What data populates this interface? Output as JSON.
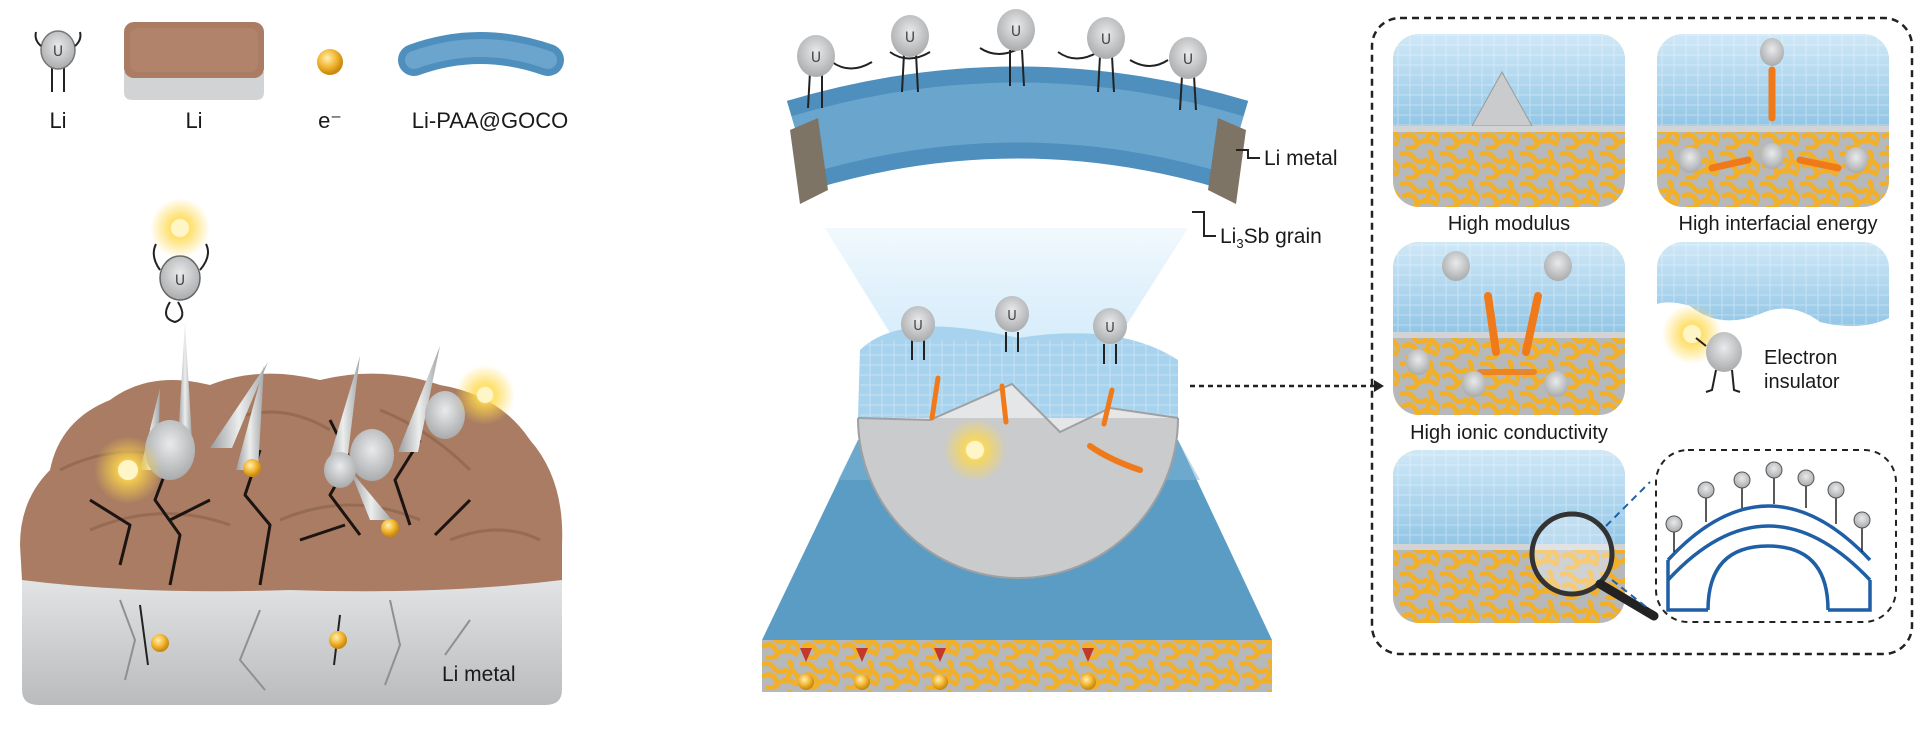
{
  "legend": {
    "li_ion": "Li",
    "li_metal": "Li",
    "electron": "e⁻",
    "coating": "Li-PAA@GOCO"
  },
  "left_panel": {
    "base_label": "Li metal"
  },
  "center_panel": {
    "arc_label_li_metal": "Li metal",
    "arc_label_grain_prefix": "Li",
    "arc_label_grain_sub": "3",
    "arc_label_grain_suffix": "Sb grain"
  },
  "right_panel": {
    "captions": {
      "high_modulus": "High modulus",
      "high_interfacial_energy": "High interfacial energy",
      "high_ionic_conductivity": "High ionic conductivity",
      "electron_insulator_line1": "Electron",
      "electron_insulator_line2": "insulator"
    }
  },
  "colors": {
    "coating_blue": "#5b9cc4",
    "soil_brown": "#a97c63",
    "metal_gray": "#c9cbcd",
    "electron_gold": "#f2b531",
    "dendrite_orange": "#f0a83a",
    "arc_line_blue": "#1f5fa6"
  }
}
